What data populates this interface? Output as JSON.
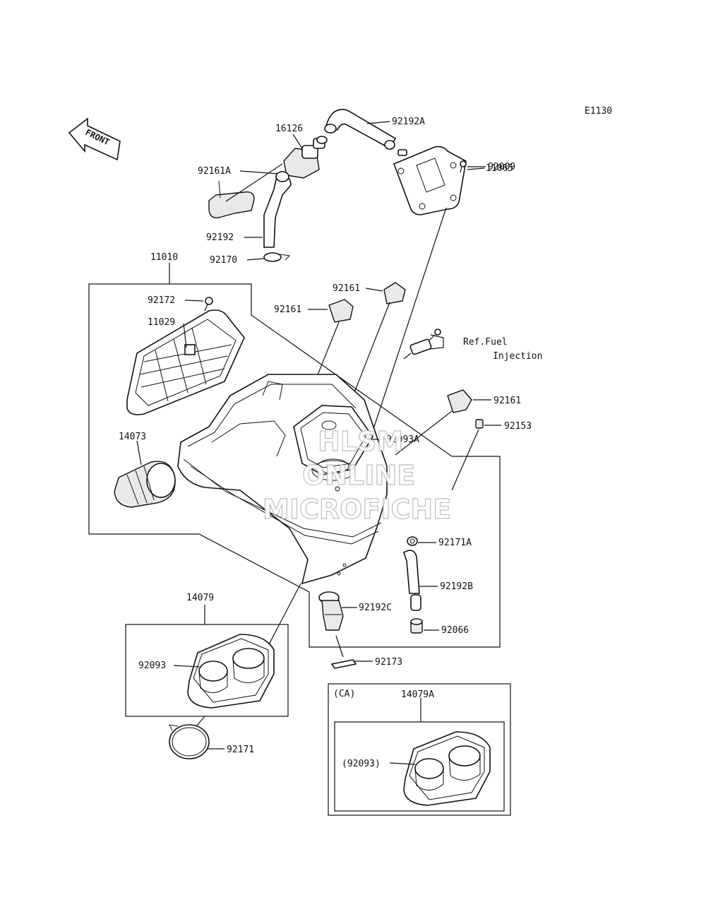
{
  "diagram": {
    "code": "E1130",
    "front_label": "FRONT",
    "ref_note": [
      "Ref.Fuel",
      "Injection"
    ],
    "variant_label": "(CA)",
    "watermark": [
      "HLSM",
      "ONLINE",
      "MICROFICHE"
    ],
    "labels": {
      "p92192A": "92192A",
      "p16126": "16126",
      "p92009": "92009",
      "p92161A": "92161A",
      "p11065": "11065",
      "p92192": "92192",
      "p92170": "92170",
      "p11010": "11010",
      "p92161_top": "92161",
      "p92161_left": "92161",
      "p92172": "92172",
      "p11029": "11029",
      "p92161_right": "92161",
      "p92153": "92153",
      "p14073": "14073",
      "p92093A": "92093A",
      "p92171A": "92171A",
      "p92192B": "92192B",
      "p14079": "14079",
      "p92192C": "92192C",
      "p92066": "92066",
      "p92093": "92093",
      "p92173": "92173",
      "p14079A": "14079A",
      "p92171": "92171",
      "p92093_paren": "(92093)"
    }
  }
}
